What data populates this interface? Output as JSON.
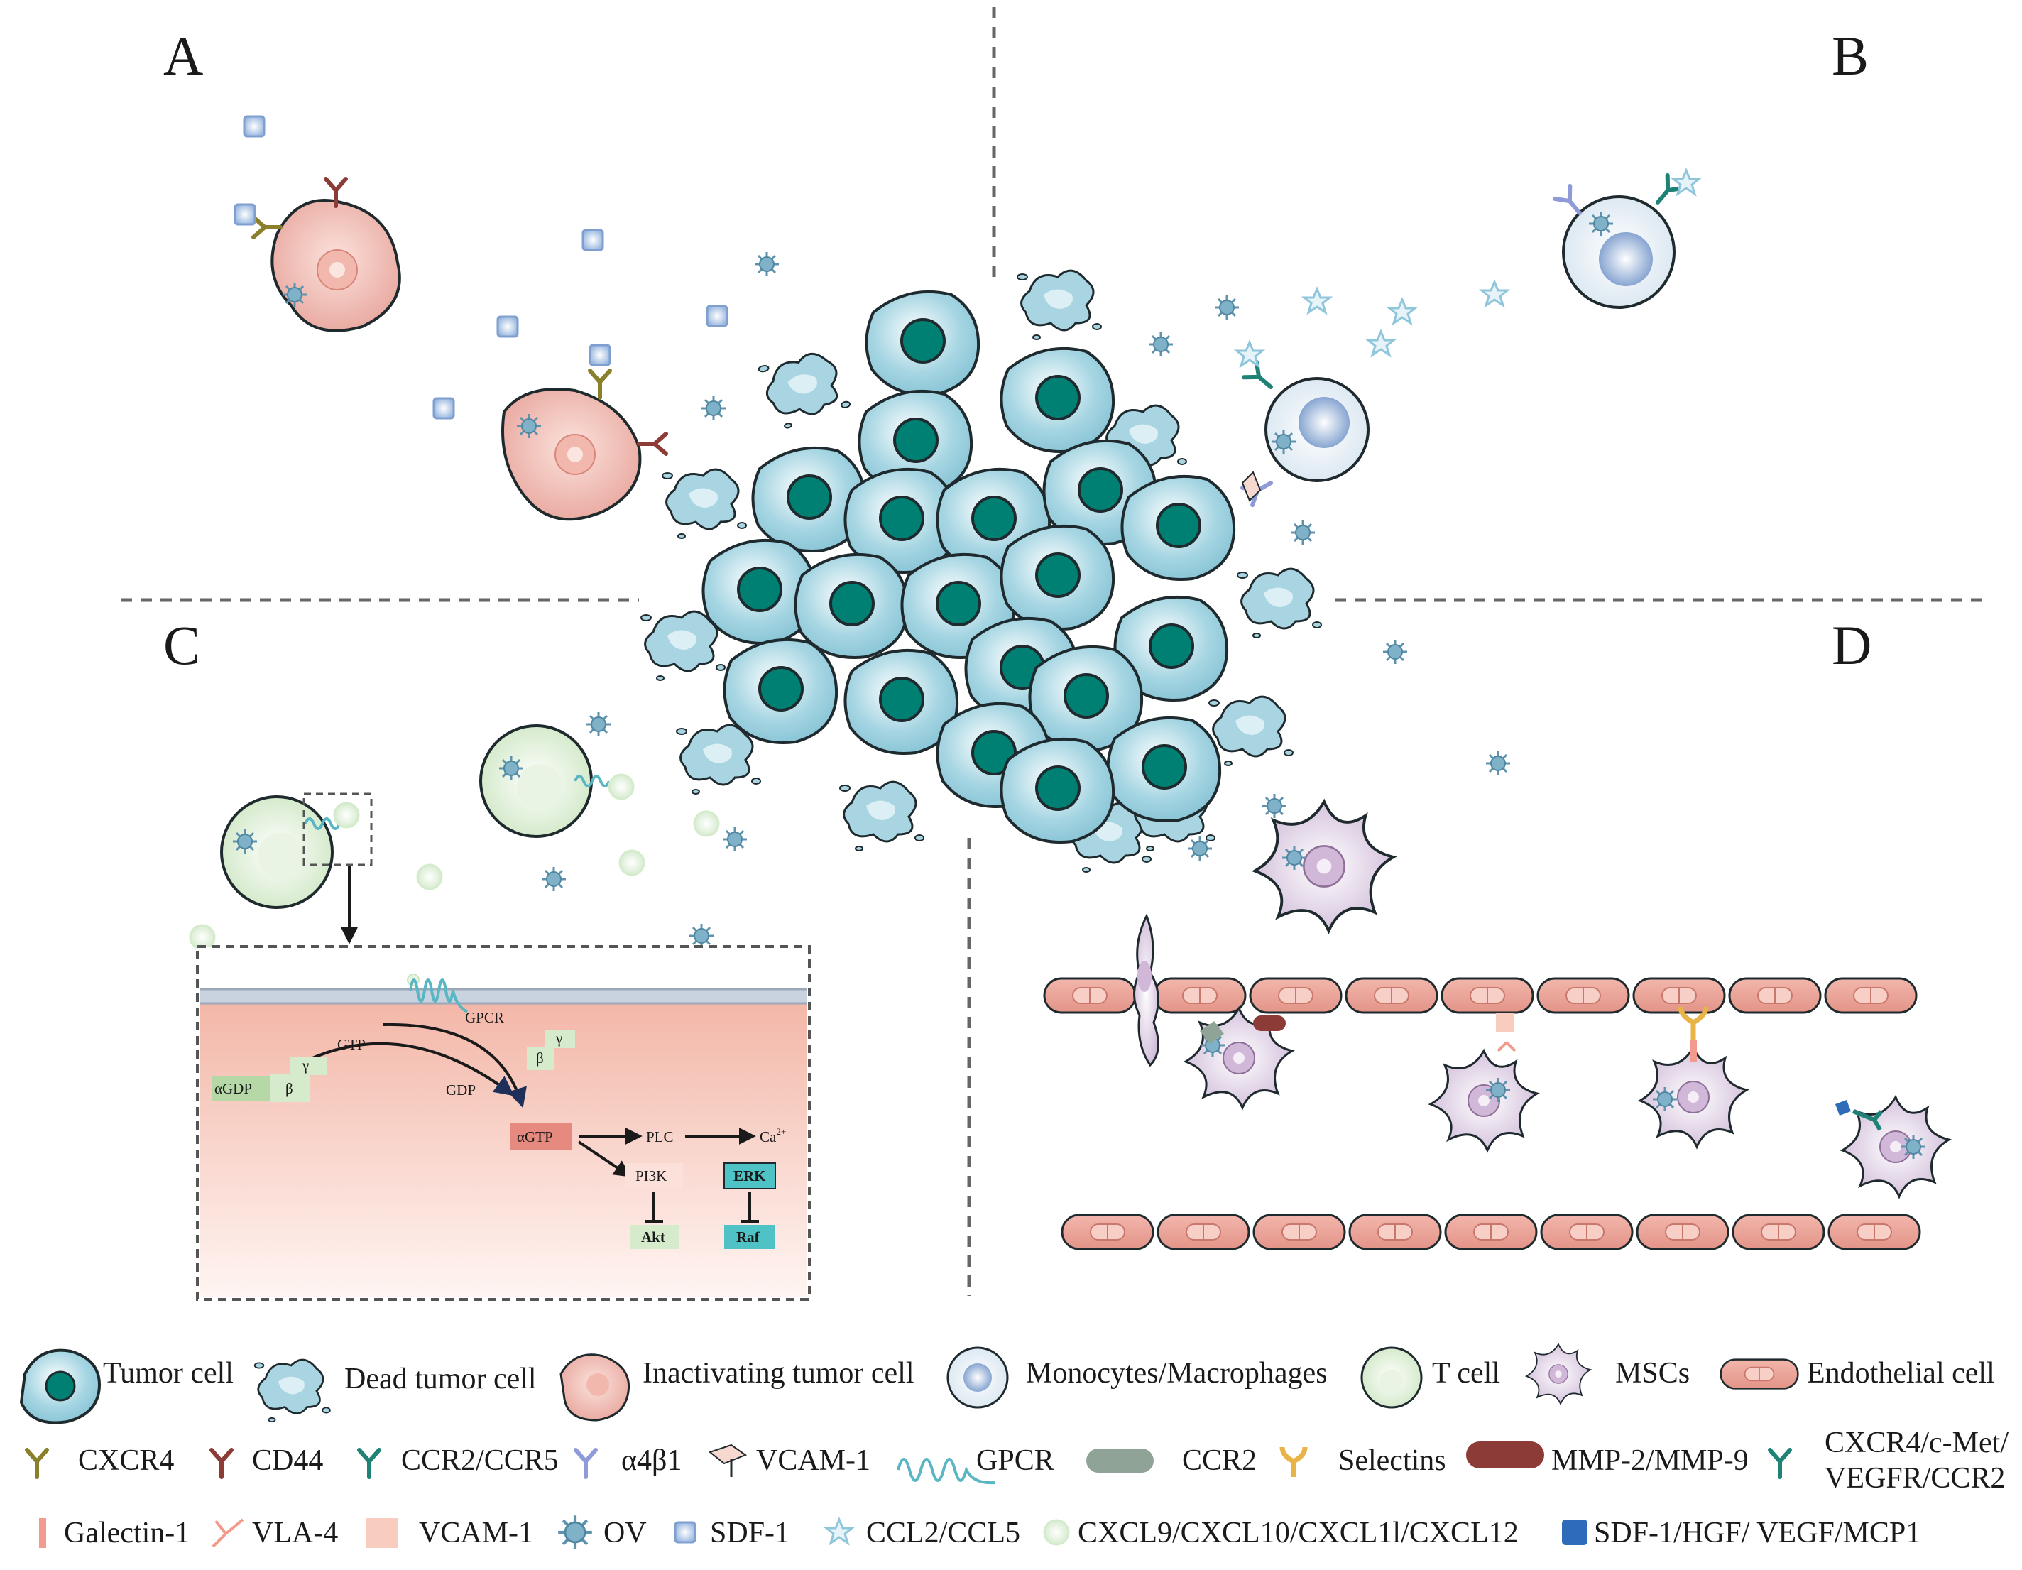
{
  "panels": {
    "a": "A",
    "b": "B",
    "c": "C",
    "d": "D"
  },
  "pathway": {
    "gpcr": "GPCR",
    "gtp": "GTP",
    "gdp": "GDP",
    "alpha_gdp": "αGDP",
    "alpha_gtp": "αGTP",
    "beta_left": "β",
    "gamma_left": "γ",
    "beta_right": "β",
    "gamma_right": "γ",
    "plc": "PLC",
    "ca": "Ca",
    "ca_sup": "2+",
    "pi3k": "PI3K",
    "erk": "ERK",
    "akt": "Akt",
    "raf": "Raf"
  },
  "legend": {
    "row1": [
      "Tumor cell",
      "Dead tumor cell",
      "Inactivating tumor cell",
      "Monocytes/Macrophages",
      "T cell",
      "MSCs",
      "Endothelial cell"
    ],
    "row2": [
      "CXCR4",
      "CD44",
      "CCR2/CCR5",
      "α4β1",
      "VCAM-1",
      "GPCR",
      "CCR2",
      "Selectins",
      "MMP-2/MMP-9",
      "CXCR4/c-Met/",
      "VEGFR/CCR2"
    ],
    "row3": [
      "Galectin-1",
      "VLA-4",
      "VCAM-1",
      "OV",
      "SDF-1",
      "CCL2/CCL5",
      "CXCL9/CXCL10/CXCL1l/CXCL12",
      "SDF-1/HGF/ VEGF/MCP1"
    ]
  },
  "colors": {
    "tumor": "#8fc9d9",
    "tumor_nucleus": "#007f73",
    "inactivating": "#e8a39a",
    "monocyte": "#dbe8f2",
    "tcell": "#d6ebcc",
    "msc": "#d9c7de",
    "endothelial": "#e8a39a",
    "sdf1": "#a9bfe0",
    "ov": "#6fa3bc"
  }
}
